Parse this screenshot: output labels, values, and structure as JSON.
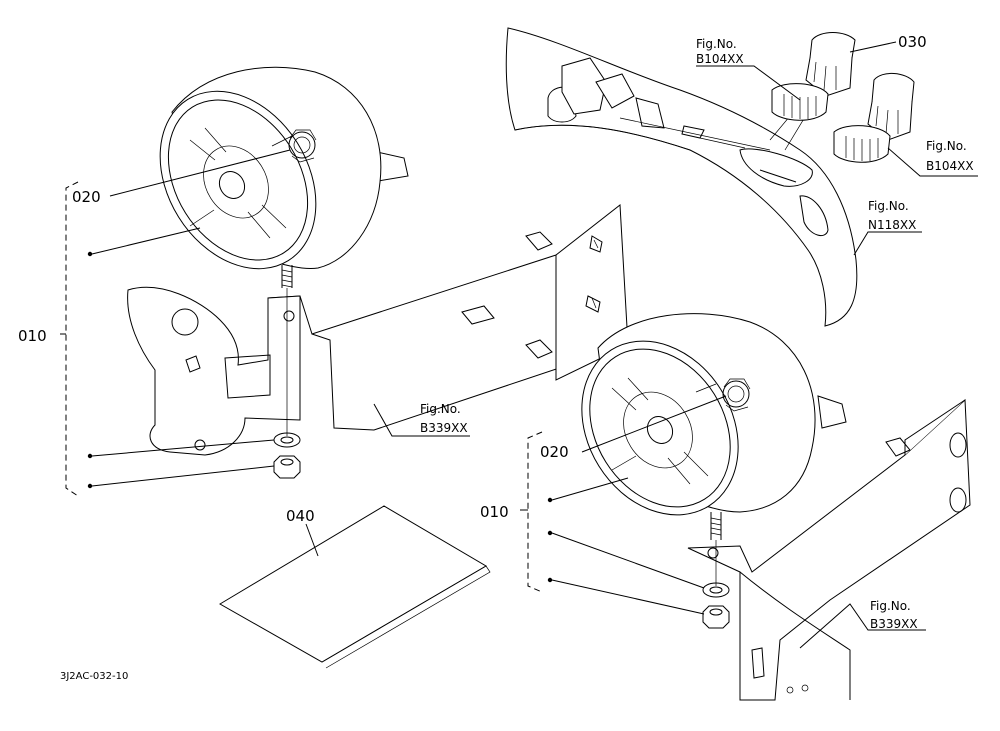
{
  "callouts": {
    "part_010_left": "010",
    "part_020_left": "020",
    "part_010_right": "010",
    "part_020_right": "020",
    "part_030": "030",
    "part_040": "040"
  },
  "figure_refs": {
    "b104_left": {
      "title": "Fig.No.",
      "number": "B104XX"
    },
    "b104_right": {
      "title": "Fig.No.",
      "number": "B104XX"
    },
    "n118": {
      "title": "Fig.No.",
      "number": "N118XX"
    },
    "b339_left": {
      "title": "Fig.No.",
      "number": "B339XX"
    },
    "b339_right": {
      "title": "Fig.No.",
      "number": "B339XX"
    }
  },
  "drawing_code": "3J2AC-032-10"
}
